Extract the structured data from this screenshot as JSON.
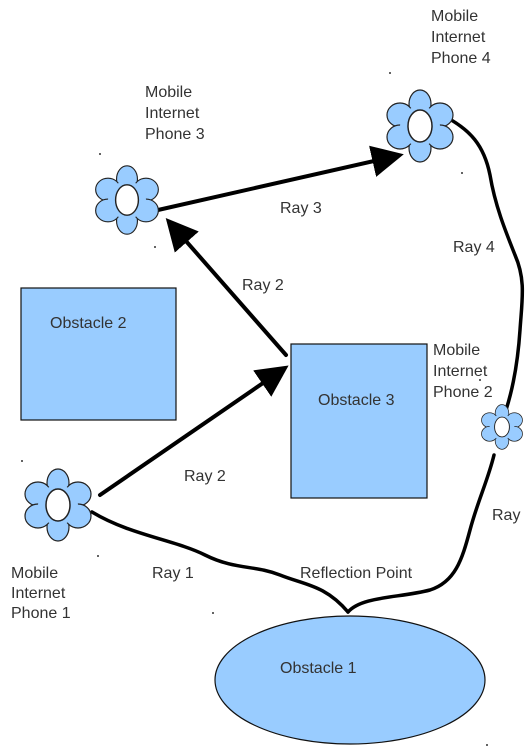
{
  "obstacles": {
    "obstacle1": "Obstacle 1",
    "obstacle2": "Obstacle 2",
    "obstacle3": "Obstacle 3"
  },
  "phones": {
    "phone1": [
      "Mobile",
      "Internet",
      "Phone 1"
    ],
    "phone2": [
      "Mobile",
      "Internet",
      "Phone 2"
    ],
    "phone3": [
      "Mobile",
      "Internet",
      "Phone 3"
    ],
    "phone4": [
      "Mobile",
      "Internet",
      "Phone 4"
    ]
  },
  "rays": {
    "ray1": "Ray 1",
    "ray2_lower": "Ray 2",
    "ray2_upper": "Ray 2",
    "ray3": "Ray 3",
    "ray4": "Ray 4",
    "ray_partial": "Ray"
  },
  "reflection_point": "Reflection Point",
  "colors": {
    "shape_fill": "#99ccff",
    "line": "#000000",
    "text": "#333333"
  }
}
